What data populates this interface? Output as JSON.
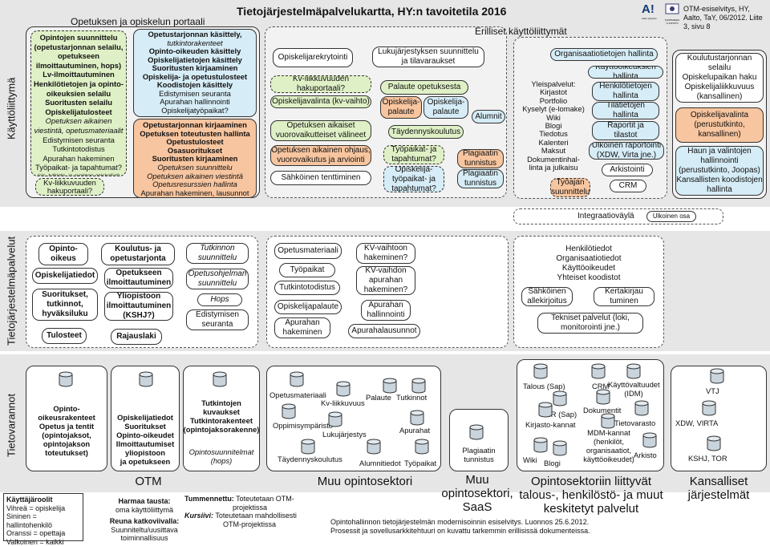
{
  "header": {
    "title": "Tietojärjestelmäpalvelukartta, HY:n tavoitetila 2016",
    "meta": "OTM-esiselvitys, HY, Aalto, TaY, 06/2012. Liite 3, sivu 8",
    "logo_a": "A!",
    "logo_a_text": "Aalto-yliopisto",
    "logo_t": "TAMPEREEN YLIOPISTO"
  },
  "bands": {
    "ui": "Käyttöliittymä",
    "services": "Tietojärjestelmäpalvelut",
    "stores": "Tietovarannot"
  },
  "portal": {
    "title": "Opetuksen ja opiskelun portaali",
    "left_green": [
      "Opintojen suunnittelu",
      "(opetustarjonnan selailu,",
      "opetukseen",
      "ilmoittautuminen, hops)",
      "Lv-ilmoittautuminen",
      "Henkilötietojen ja opinto-",
      "oikeuksien selailu",
      "Suoritusten selailu",
      "Opiskelijatulosteet"
    ],
    "left_ital": [
      "Opetuksen aikainen",
      "viestintä, opetusmateriaalit"
    ],
    "left_plain": [
      "Edistymisen seuranta",
      "Tutkintotodistus",
      "Apurahan hakeminen",
      "Työpaikat- ja tapahtumat?"
    ],
    "left_small": "(sis. tutkinto- ja avoimen opiskelijat)",
    "kv": [
      "Kv-liikkuvuuden",
      "hakuportaali?"
    ],
    "blue": [
      "Opetustarjonnan käsittely,",
      "tutkintorakenteet",
      "Opinto-oikeuden käsittely",
      "Opiskelijatietojen käsittely",
      "Suoritusten kirjaaminen",
      "Opiskelija- ja opetustulosteet",
      "Koodistojen käsittely",
      "Edistymisen seuranta",
      "Apurahan hallinnointi",
      "Opiskelijatyöpaikat?"
    ],
    "orange_bold": [
      "Opetustarjonnan kirjaaminen",
      "Opetuksen toteutusten hallinta",
      "Opetustulosteet",
      "Osasuoritukset",
      "Suoritusten kirjaaminen"
    ],
    "orange_ital": [
      "Opetuksen suunnittelu",
      "Opetuksen aikainen viestintä",
      "Opetusresurssien hallinta"
    ],
    "orange_plain": "Apurahan hakeminen, lausunnot"
  },
  "middle_ui": {
    "rekry": "Opiskelijarekrytointi",
    "kv": [
      "Kv-liikkuvuuden",
      "hakuportaali?"
    ],
    "valinta": "Opiskelijavalinta (kv-vaihto)",
    "aikaiset": [
      "Opetuksen aikaiset",
      "vuorovaikutteiset välineet"
    ],
    "ohjaus": [
      "Opetuksen aikainen ohjaus,",
      "vuorovaikutus ja arviointi"
    ],
    "tentti": "Sähköinen tenttiminen",
    "lukujarjestys": [
      "Lukujärjestyksen suunnittelu",
      "ja tilavaraukset"
    ],
    "palaute": "Palaute opetuksesta",
    "op_palaute1": [
      "Opiskelija-",
      "palaute"
    ],
    "op_palaute2": [
      "Opiskelija-",
      "palaute"
    ],
    "taydennys": "Täydennyskoulutus",
    "tyopaikat": [
      "Työpaikat- ja",
      "tapahtumat?"
    ],
    "tyopaikat2": [
      "Opiskelija-",
      "työpaikat- ja",
      "tapahtumat?"
    ],
    "alumnit": "Alumnit",
    "plag": [
      "Plagiaatin",
      "tunnistus"
    ],
    "plag2": [
      "Plagiaatin",
      "tunnistus"
    ]
  },
  "shared_ui": {
    "title": "Erilliset käyttöliittymät",
    "org": "Organisaatiotietojen hallinta",
    "kayttooikeus": "Käyttöoikeuksien hallinta",
    "yleis": [
      "Yleispalvelut:",
      "Kirjastot",
      "Portfolio",
      "Kyselyt (e-lomake)",
      "Wiki",
      "Blogi",
      "Tiedotus",
      "Kalenteri",
      "Maksut",
      "Dokumentinhal-",
      "linta ja julkaisu"
    ],
    "henkilo": [
      "Henkilötietojen",
      "hallinta"
    ],
    "tilat": [
      "Tilatietojen",
      "hallinta"
    ],
    "raportit": [
      "Raportit ja",
      "tilastot"
    ],
    "ulkoinen": [
      "Ulkoinen raportointi",
      "(XDW, Virta jne.)"
    ],
    "arkisto": "Arkistointi",
    "tyoajan": [
      "Työajan",
      "suunnittelu"
    ],
    "crm": "CRM"
  },
  "right_ui": {
    "top": [
      "Koulutustarjonnan",
      "selailu",
      "Opiskelupaikan haku",
      "Opiskelijaliikkuvuus",
      "(kansallinen)"
    ],
    "orange": [
      "Opiskelijavalinta",
      "(perustutkinto,",
      "kansallinen)"
    ],
    "bottom": [
      "Haun ja valintojen",
      "hallinnointi",
      "(perustutkinto, Joopas)",
      "Kansallisten koodistojen",
      "hallinta"
    ]
  },
  "integration": {
    "label": "Integraatioväylä",
    "external": "Ulkoinen osa"
  },
  "services": {
    "otm_left": [
      "Opinto-",
      "oikeus"
    ],
    "opiskelijatiedot": "Opiskelijatiedot",
    "suoritukset": [
      "Suoritukset,",
      "tutkinnot,",
      "hyväksiluku"
    ],
    "tulosteet": "Tulosteet",
    "koulutus": [
      "Koulutus- ja",
      "opetustarjonta"
    ],
    "ilmo": [
      "Opetukseen",
      "ilmoittautuminen"
    ],
    "yliopisto": [
      "Yliopistoon",
      "ilmoittautuminen",
      "(KSHJ?)"
    ],
    "rajauslaki": "Rajauslaki",
    "tutkinnon": [
      "Tutkinnon",
      "suunnittelu"
    ],
    "opetusohjelman": [
      "Opetusohjelman",
      "suunnittelu"
    ],
    "hops": "Hops",
    "edistyminen": [
      "Edistymisen",
      "seuranta"
    ],
    "opetusmateriaali": "Opetusmateriaali",
    "tyopaikat": "Työpaikat",
    "tutkintotodistus": "Tutkintotodistus",
    "opiskelijapalaute": "Opiskelijapalaute",
    "apurahan": [
      "Apurahan",
      "hakeminen"
    ],
    "kv_vaihto": [
      "KV-vaihtoon",
      "hakeminen?"
    ],
    "kv_vaihdon": [
      "KV-vaihdon",
      "apurahan",
      "hakeminen?"
    ],
    "apurahan_hall": [
      "Apurahan",
      "hallinnointi"
    ],
    "apurahalausunnot": "Apurahalausunnot",
    "henkilo": [
      "Henkilötiedot",
      "Organisaatiotiedot",
      "Käyttöoikeudet",
      "Yhteiset koodistot"
    ],
    "sahkoinen": [
      "Sähköinen",
      "allekirjoitus"
    ],
    "kertakirjau": [
      "Kertakirjau",
      "tuminen"
    ],
    "tekniset": [
      "Tekniset palvelut (loki,",
      "monitorointi jne.)"
    ]
  },
  "stores": {
    "otm_a": [
      "Opinto-oikeusrakenteet",
      "Opetus ja tentit",
      "(opintojaksot,",
      "opintojakson",
      "toteutukset)"
    ],
    "otm_b": [
      "Opiskelijatiedot",
      "Suoritukset",
      "Opinto-oikeudet",
      "Ilmoittautumiset",
      "yliopistoon",
      "ja opetukseen"
    ],
    "otm_c": [
      "Tutkintojen kuvaukset",
      "Tutkintorakenteet",
      "(opintojaksorakenne)"
    ],
    "otm_c_ital": [
      "Opintosuunnitelmat",
      "(hops)"
    ],
    "muu": {
      "opetusmateriaali": "Opetusmateriaali",
      "kv": "Kv-liikkuvuus",
      "palaute": "Palaute",
      "tutkinnot": "Tutkinnot",
      "oppimisymparisto": "Oppimisympäristö",
      "lukujarjestys": "Lukujärjestys",
      "apurahat": "Apurahat",
      "taydennys": "Täydennyskoulutus",
      "alumnit": "Alumnitiedot",
      "tyopaikat": "Työpaikat"
    },
    "plag": [
      "Plagiaatin",
      "tunnistus"
    ],
    "liit": {
      "talous": "Talous (Sap)",
      "crm": "CRM",
      "kayttovalt": [
        "Käyttövaltuudet",
        "(IDM)"
      ],
      "hr": "HR (Sap)",
      "dokumentit": "Dokumentit",
      "kirjasto": "Kirjasto-kannat",
      "tietovarasto": "Tietovarasto",
      "mdm": [
        "MDM-kannat",
        "(henkilöt,",
        "organisaatiot,",
        "käyttöoikeudet)"
      ],
      "arkisto": "Arkisto",
      "wiki": "Wiki",
      "blogi": "Blogi"
    },
    "kans": [
      "VTJ",
      "XDW, VIRTA",
      "KSHJ, TOR"
    ]
  },
  "captions": {
    "otm": "OTM",
    "muu": "Muu opintosektori",
    "saas": [
      "Muu",
      "opintosektori,",
      "SaaS"
    ],
    "liit": [
      "Opintosektoriin liittyvät",
      "talous-, henkilöstö- ja muut",
      "keskitetyt palvelut"
    ],
    "kans": [
      "Kansalliset",
      "järjestelmät"
    ]
  },
  "legend": {
    "users_title": "Käyttäjäroolit",
    "users": [
      "Vihreä = opiskelija",
      "Sininen = hallintohenkilö",
      "Oranssi = opettaja",
      "Valkoinen = kaikki"
    ],
    "harmaa_bold": "Harmaa tausta:",
    "harmaa": "oma käyttöliittymä",
    "reuna_bold": "Reuna katkoviivalla:",
    "reuna": "Suunniteltu/uusittava toiminnallisuus",
    "tunnus_bold": "Tummennettu:",
    "tunnus": [
      "Toteutetaan OTM-",
      "projektissa"
    ],
    "kursiivi_bold": "Kursiivi:",
    "kursiivi": [
      "Toteutetaan mahdollisesti",
      "OTM-projektissa"
    ]
  },
  "footer": [
    "Opintohallinnon tietojärjestelmän modernisoinnin esiselvitys. Luonnos 25.6.2012.",
    "Prosessit ja sovellusarkkitehtuuri on kuvattu tarkemmin erillisissä dokumenteissa."
  ],
  "colors": {
    "green": "#dff0c6",
    "blue": "#d6ecf6",
    "orange": "#f7c59f",
    "band": "#e6e6e6"
  }
}
